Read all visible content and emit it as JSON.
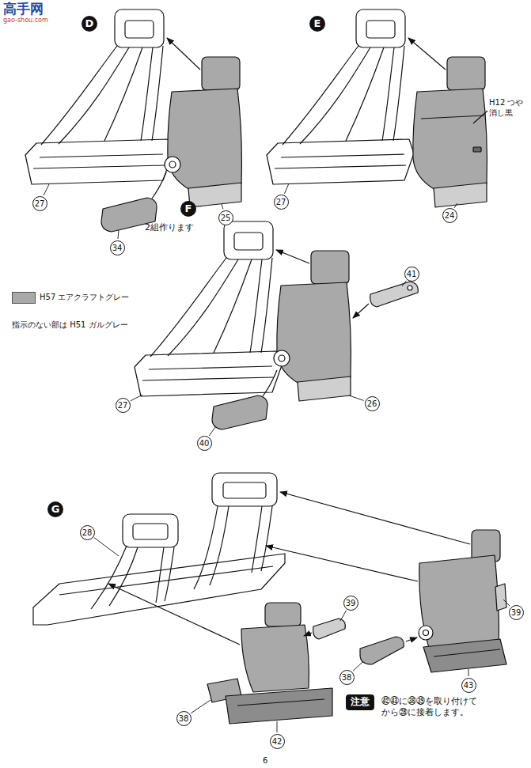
{
  "diagram": {
    "nodes": [
      {
        "text": [
          "D"
        ]
      },
      {
        "text": [
          "27"
        ]
      },
      {
        "text": [
          "25"
        ]
      },
      {
        "text": [
          "34"
        ]
      },
      {
        "text": [
          "E"
        ]
      },
      {
        "text": [
          "27"
        ]
      },
      {
        "text": [
          "24"
        ]
      },
      {
        "text": [
          "F"
        ]
      },
      {
        "text": [
          "41"
        ]
      },
      {
        "text": [
          "27"
        ]
      },
      {
        "text": [
          "26"
        ]
      },
      {
        "text": [
          "40"
        ]
      },
      {
        "text": [
          "G"
        ]
      },
      {
        "text": [
          "28"
        ]
      },
      {
        "text": [
          "39"
        ]
      },
      {
        "text": [
          "39"
        ]
      },
      {
        "text": [
          "38"
        ]
      },
      {
        "text": [
          "43"
        ]
      },
      {
        "text": [
          "注意"
        ]
      },
      {
        "text": [
          "38"
        ]
      },
      {
        "text": [
          "42"
        ]
      }
    ],
    "labels": [
      "高手网",
      "gao-shou.com",
      "H12 つや消し黒",
      "2組作ります",
      "指示のない部は H51 ガルグレー",
      "㊷㊸に㊳㊴を取り付けてから㉘に接着します。",
      "6"
    ],
    "legend": [
      {
        "text": "H57 エアクラフトグレー",
        "color": "#a9a9a9"
      }
    ]
  }
}
